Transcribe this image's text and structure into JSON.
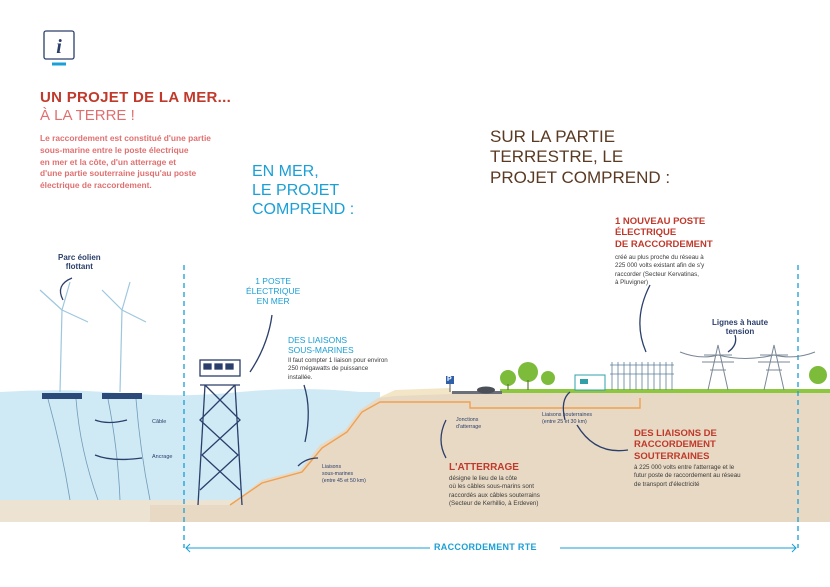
{
  "icon": "info-icon",
  "intro": {
    "title_line1": "UN PROJET DE LA MER...",
    "title_line2": "À LA TERRE !",
    "text": [
      "Le raccordement est constitué d'une partie",
      "sous-marine entre le poste électrique",
      "en mer et la côte, d'un atterrage et",
      "d'une partie souterraine jusqu'au poste",
      "électrique de raccordement."
    ]
  },
  "mer_heading": [
    "EN MER,",
    "LE PROJET",
    "COMPREND :"
  ],
  "terre_heading": [
    "SUR LA PARTIE",
    "TERRESTRE, LE",
    "PROJET COMPREND :"
  ],
  "parc": [
    "Parc éolien",
    "flottant"
  ],
  "poste_mer": [
    "1 POSTE",
    "ÉLECTRIQUE",
    "EN MER"
  ],
  "liaisons_sm": {
    "title": [
      "DES LIAISONS",
      "SOUS-MARINES"
    ],
    "text": [
      "Il faut compter 1 liaison pour environ",
      "250 mégawatts de puissance",
      "installée."
    ]
  },
  "cable": "Câble",
  "ancrage": "Ancrage",
  "liaisons_sm_small": [
    "Liaisons",
    "sous-marines",
    "(entre 45 et 50 km)"
  ],
  "jonctions": [
    "Jonctions",
    "d'atterrage"
  ],
  "liaisons_sout_small": [
    "Liaisons souterraines",
    "(entre 25 et 30 km)"
  ],
  "atterrage": {
    "title": "L'ATTERRAGE",
    "text": [
      "désigne le lieu de la côte",
      "où les câbles sous-marins sont",
      "raccordés aux câbles souterrains",
      "(Secteur de Kerhillio, à Erdeven)"
    ]
  },
  "nouveau_poste": {
    "title": [
      "1 NOUVEAU POSTE",
      "ÉLECTRIQUE",
      "DE RACCORDEMENT"
    ],
    "text": [
      "créé au plus proche du réseau à",
      "225 000 volts existant afin de s'y",
      "raccorder (Secteur Kervatinas,",
      "à Pluvigner)"
    ]
  },
  "lignes": [
    "Lignes à haute",
    "tension"
  ],
  "liaisons_rac": {
    "title": [
      "DES LIAISONS DE",
      "RACCORDEMENT",
      "SOUTERRAINES"
    ],
    "text": [
      "à 225 000 volts entre l'atterrage et le",
      "futur poste de raccordement au réseau",
      "de transport d'électricité"
    ]
  },
  "parking_sign": "P",
  "footer": "RACCORDEMENT RTE",
  "colors": {
    "title_red": "#c0392b",
    "text_pink": "#e07070",
    "heading_blue": "#1a9fd6",
    "heading_brown": "#5a3a22",
    "label_navy": "#2b3f6b",
    "sea": "#cfe9f5",
    "ground": "#e8d9c4",
    "cable_orange": "#f0a050"
  }
}
